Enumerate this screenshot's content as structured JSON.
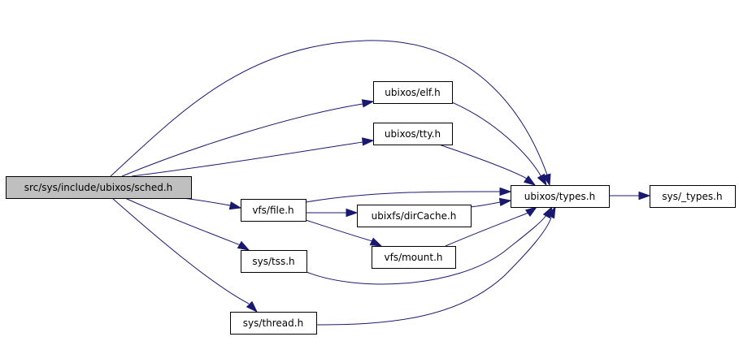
{
  "diagram": {
    "type": "include-dependency-graph",
    "colors": {
      "edge": "#191970",
      "root_fill": "#bfbfbf",
      "node_fill": "#ffffff",
      "border": "#000000"
    },
    "nodes": [
      {
        "id": "sched",
        "label": "src/sys/include/ubixos/sched.h",
        "root": true
      },
      {
        "id": "elf",
        "label": "ubixos/elf.h"
      },
      {
        "id": "tty",
        "label": "ubixos/tty.h"
      },
      {
        "id": "file",
        "label": "vfs/file.h"
      },
      {
        "id": "dircache",
        "label": "ubixfs/dirCache.h"
      },
      {
        "id": "mount",
        "label": "vfs/mount.h"
      },
      {
        "id": "tss",
        "label": "sys/tss.h"
      },
      {
        "id": "thread",
        "label": "sys/thread.h"
      },
      {
        "id": "types",
        "label": "ubixos/types.h"
      },
      {
        "id": "_types",
        "label": "sys/_types.h"
      }
    ],
    "edges": [
      {
        "from": "sched",
        "to": "types"
      },
      {
        "from": "sched",
        "to": "elf"
      },
      {
        "from": "sched",
        "to": "tty"
      },
      {
        "from": "sched",
        "to": "file"
      },
      {
        "from": "sched",
        "to": "tss"
      },
      {
        "from": "sched",
        "to": "thread"
      },
      {
        "from": "elf",
        "to": "types"
      },
      {
        "from": "tty",
        "to": "types"
      },
      {
        "from": "file",
        "to": "types"
      },
      {
        "from": "file",
        "to": "dircache"
      },
      {
        "from": "file",
        "to": "mount"
      },
      {
        "from": "dircache",
        "to": "types"
      },
      {
        "from": "mount",
        "to": "types"
      },
      {
        "from": "tss",
        "to": "types"
      },
      {
        "from": "thread",
        "to": "types"
      },
      {
        "from": "types",
        "to": "_types"
      }
    ]
  }
}
